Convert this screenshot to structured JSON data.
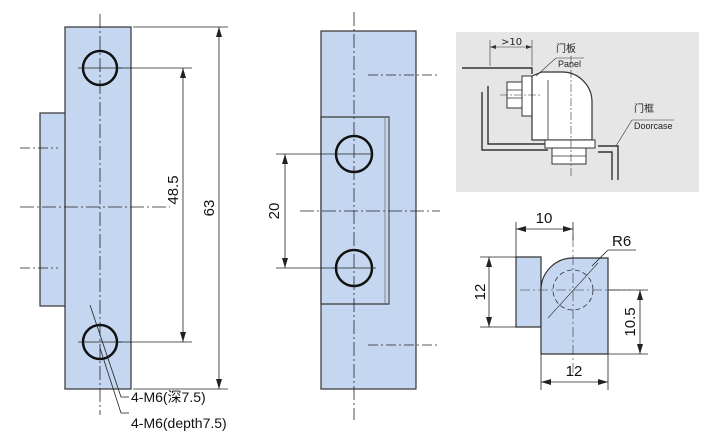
{
  "colors": {
    "part_fill": "#c5d7f0",
    "outline": "#333333",
    "inset_bg": "#e6e6e6",
    "line": "#111111"
  },
  "dimensions": {
    "hole_pitch": "48.5",
    "overall_height": "63",
    "center_pitch": "20",
    "top_width": "10",
    "radius": "R6",
    "left_height": "12",
    "right_height": "10.5",
    "bottom_width": "12"
  },
  "inset": {
    "gap_label": ">10",
    "panel_cn": "门板",
    "panel_en": "Panel",
    "doorcase_cn": "门框",
    "doorcase_en": "Doorcase"
  },
  "notes": {
    "thread_cn": "4-M6(深7.5)",
    "thread_en": "4-M6(depth7.5)"
  }
}
